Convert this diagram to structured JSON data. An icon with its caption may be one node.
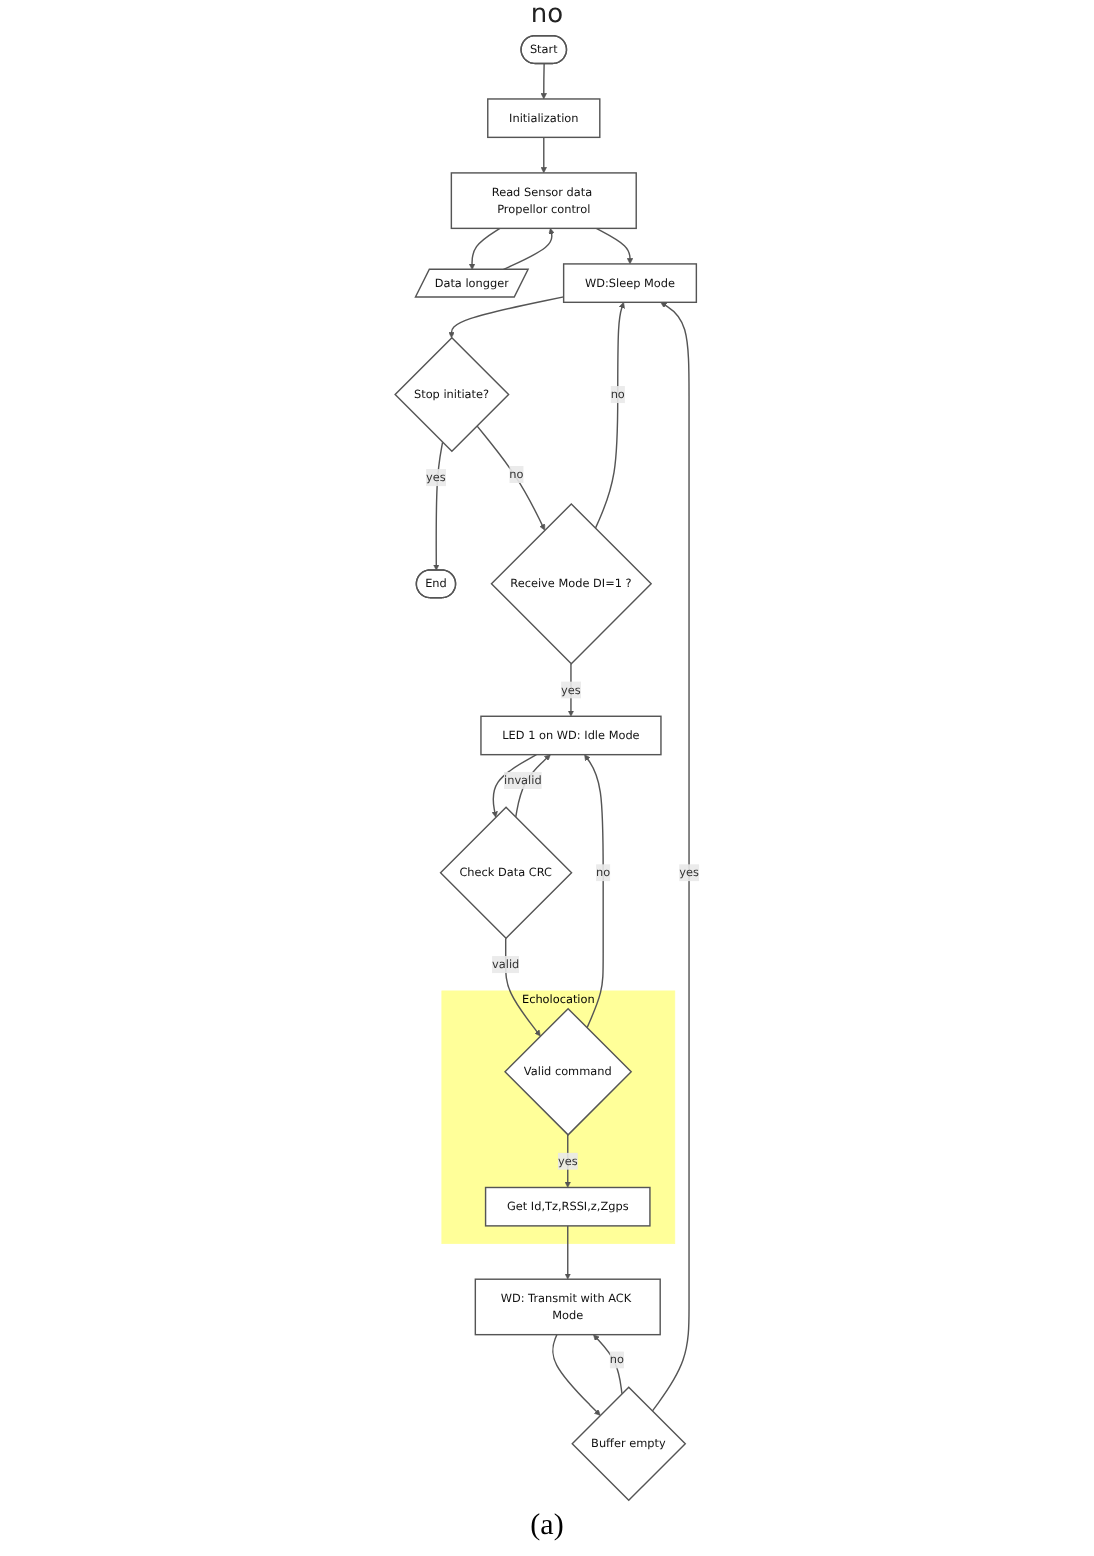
{
  "diagram": {
    "caption": "(a)",
    "nodes": [
      {
        "text": [
          "Start"
        ]
      },
      {
        "text": [
          "Initialization"
        ]
      },
      {
        "text": [
          "Read Sensor data Propellor control"
        ]
      },
      {
        "text": [
          "Data longger"
        ]
      },
      {
        "text": [
          "WD:Sleep Mode"
        ]
      },
      {
        "text": [
          "Stop initiate?"
        ]
      },
      {
        "text": [
          "End"
        ]
      },
      {
        "text": [
          "Receive Mode DI=1 ?"
        ]
      },
      {
        "text": [
          "LED 1 on WD: Idle Mode"
        ]
      },
      {
        "text": [
          "Check Data CRC"
        ]
      },
      {
        "text": [
          "Echolocation"
        ]
      },
      {
        "text": [
          "Valid command"
        ],
        "in": 10
      },
      {
        "text": [
          "Get Id,Tz,RSSI,z,Zgps"
        ],
        "in": 10
      },
      {
        "text": [
          "WD: Transmit with ACK Mode"
        ]
      },
      {
        "text": [
          "Buffer empty"
        ]
      }
    ],
    "edges": [
      {
        "from": 0,
        "to": 1,
        "arrow": "to"
      },
      {
        "from": 1,
        "to": 2,
        "arrow": "to"
      },
      {
        "from": 2,
        "to": 3,
        "arrow": "to"
      },
      {
        "from": 3,
        "to": 2,
        "arrow": "to"
      },
      {
        "from": 2,
        "to": 4,
        "arrow": "to"
      },
      {
        "from": 4,
        "to": 5,
        "arrow": "to"
      },
      {
        "from": 5,
        "to": 6,
        "label": "yes",
        "arrow": "to"
      },
      {
        "from": 5,
        "to": 7,
        "label": "no",
        "arrow": "to"
      },
      {
        "from": 7,
        "to": 8,
        "label": "yes",
        "arrow": "to"
      },
      {
        "from": 7,
        "to": 4,
        "label": "no",
        "arrow": "to"
      },
      {
        "from": 8,
        "to": 9,
        "arrow": "to"
      },
      {
        "from": 9,
        "to": 8,
        "label": "invalid",
        "arrow": "to"
      },
      {
        "from": 9,
        "to": 11,
        "label": "valid",
        "arrow": "to"
      },
      {
        "from": 11,
        "to": 8,
        "label": "no",
        "arrow": "to"
      },
      {
        "from": 11,
        "to": 12,
        "label": "yes",
        "arrow": "to"
      },
      {
        "from": 12,
        "to": 13,
        "arrow": "to"
      },
      {
        "from": 13,
        "to": 14,
        "arrow": "to"
      },
      {
        "from": 14,
        "to": 13,
        "label": "no",
        "arrow": "to"
      },
      {
        "from": 14,
        "to": 4,
        "label": "yes",
        "arrow": "to"
      }
    ],
    "labels": [
      "no"
    ]
  }
}
